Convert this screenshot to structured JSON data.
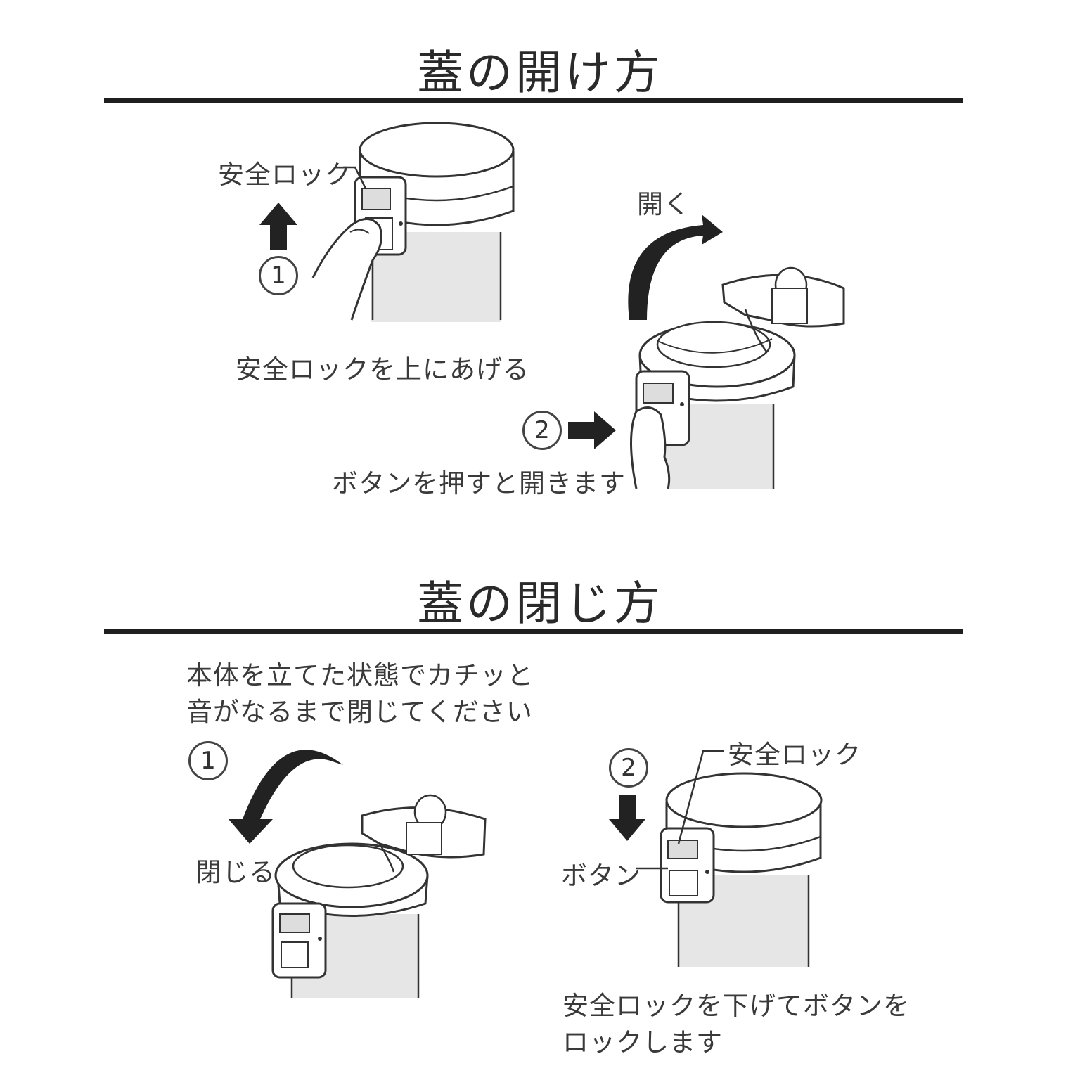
{
  "open_section": {
    "title": "蓋の開け方",
    "step1": {
      "number": "1",
      "lock_label": "安全ロック",
      "caption": "安全ロックを上にあげる"
    },
    "step2": {
      "number": "2",
      "open_label": "開く",
      "caption": "ボタンを押すと開きます"
    }
  },
  "close_section": {
    "title": "蓋の閉じ方",
    "instruction_line1": "本体を立てた状態でカチッと",
    "instruction_line2": "音がなるまで閉じてください",
    "step1": {
      "number": "1",
      "close_label": "閉じる"
    },
    "step2": {
      "number": "2",
      "lock_label": "安全ロック",
      "button_label": "ボタン",
      "caption_line1": "安全ロックを下げてボタンを",
      "caption_line2": "ロックします"
    }
  },
  "colors": {
    "bottle_body": "#e6e6e6",
    "outline": "#333333",
    "arrow": "#222222"
  }
}
